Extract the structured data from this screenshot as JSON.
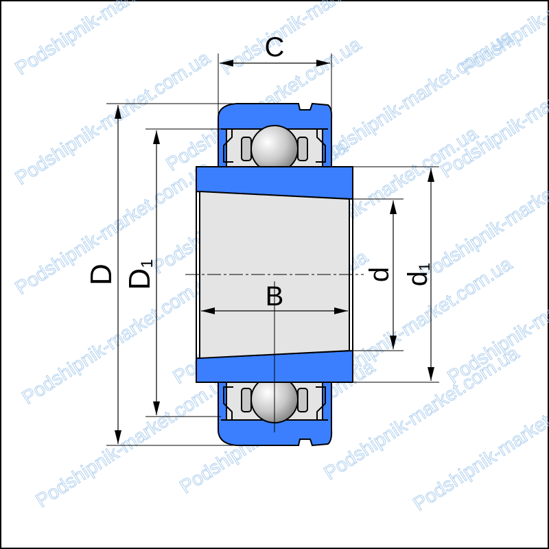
{
  "colors": {
    "ring": "#3b7fff",
    "ring_stroke": "#000000",
    "bore": "#e4e4e4",
    "ball_light": "#ffffff",
    "ball_dark": "#8a8a8a",
    "watermark": "#9ec5ea"
  },
  "labels": {
    "C": "C",
    "D": "D",
    "D1_main": "D",
    "D1_sub": "1",
    "B": "B",
    "d": "d",
    "d1_main": "d",
    "d1_sub": "1"
  },
  "watermark": "Podshipnik-market.com.ua"
}
